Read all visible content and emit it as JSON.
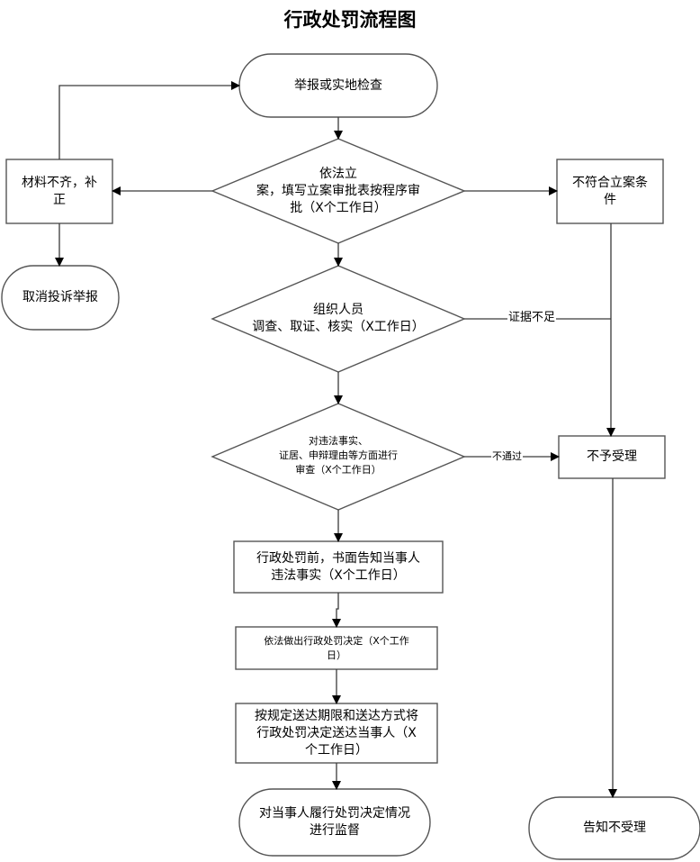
{
  "title": "行政处罚流程图",
  "nodes": {
    "report": "举报或实地检查",
    "file_case": "依法立\n案，填写立案审批表按程序审\n批（X个工作日）",
    "incomplete": "材料不齐，补\n正",
    "cancel": "取消投诉举报",
    "not_eligible": "不符合立案条\n件",
    "investigate": "组织人员\n调查、取证、核实（X工作日）",
    "review": "对违法事实、\n证居、申辩理由等方面进行\n审查（X个工作日）",
    "reject": "不予受理",
    "notify_facts": "行政处罚前，书面告知当事人\n违法事实（X个工作日）",
    "decision": "依法做出行政处罚决定（X个工作\n日）",
    "deliver": "按规定送达期限和送达方式将\n行政处罚决定送达当事人（X\n个工作日）",
    "supervise": "对当事人履行处罚决定情况\n进行监督",
    "notify_reject": "告知不受理"
  },
  "edges": {
    "insufficient_evidence": "证据不足",
    "failed": "不通过"
  },
  "colors": {
    "line": "#3a3a3a",
    "shape_stroke": "#555555",
    "fill": "#ffffff"
  }
}
